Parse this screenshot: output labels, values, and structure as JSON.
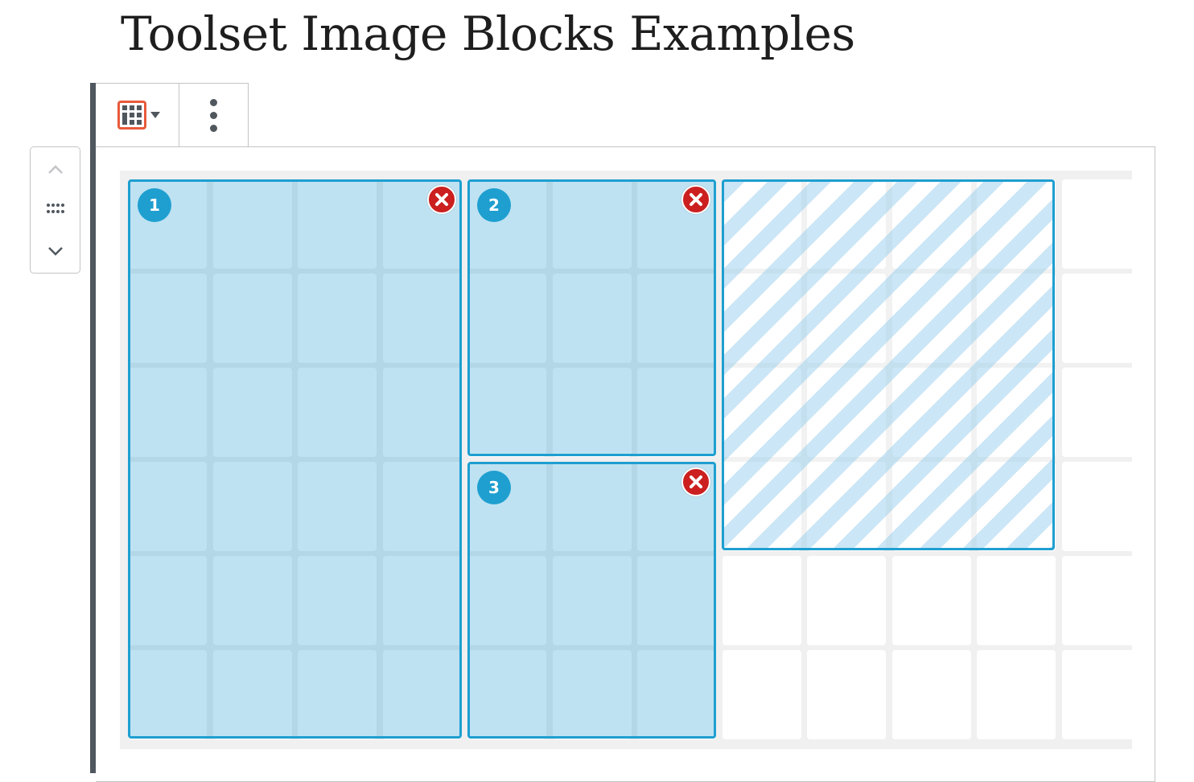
{
  "page": {
    "title": "Toolset Image Blocks Examples"
  },
  "toolbar": {
    "block_type_icon": "grid-icon",
    "more_options_icon": "more-vertical-icon"
  },
  "mover": {
    "up_icon": "chevron-up-icon",
    "drag_icon": "drag-handle-icon",
    "down_icon": "chevron-down-icon"
  },
  "grid": {
    "columns": 12,
    "rows": 6,
    "items": [
      {
        "number": "1",
        "removable": true
      },
      {
        "number": "2",
        "removable": true
      },
      {
        "number": "3",
        "removable": true
      },
      {
        "number": "",
        "removable": false,
        "style": "hatched-preview"
      }
    ]
  },
  "colors": {
    "accent": "#1e9fd0",
    "remove": "#cc1f1f",
    "block_icon": "#e85a3c",
    "focus_bar": "#50575e"
  }
}
